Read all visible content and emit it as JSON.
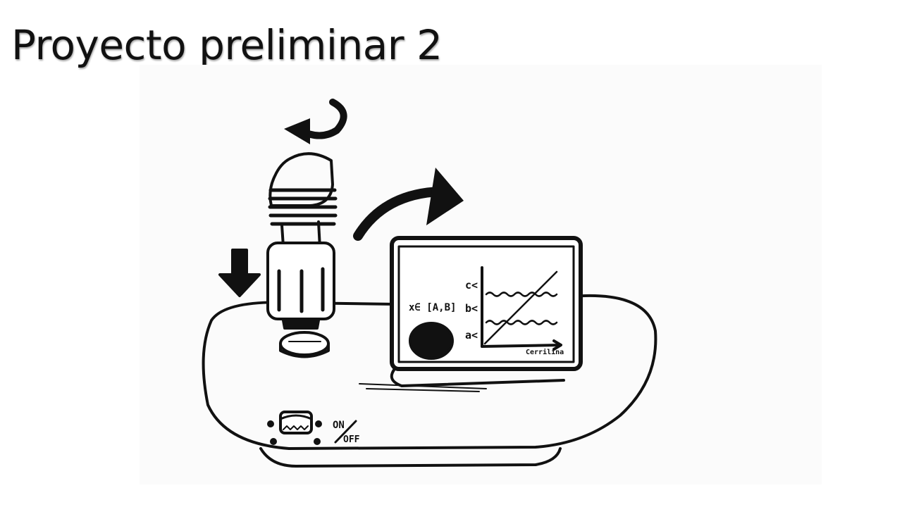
{
  "slide": {
    "title": "Proyecto preliminar 2"
  },
  "screen": {
    "condition_label": "x∈ [A,B]",
    "y_labels": [
      "c<",
      "b<",
      "a<"
    ],
    "x_axis_label": "Cerrilina"
  },
  "switch": {
    "on_label": "ON",
    "off_label": "OFF"
  },
  "colors": {
    "ink": "#111111",
    "paper": "#fbfbfb",
    "background": "#ffffff"
  }
}
